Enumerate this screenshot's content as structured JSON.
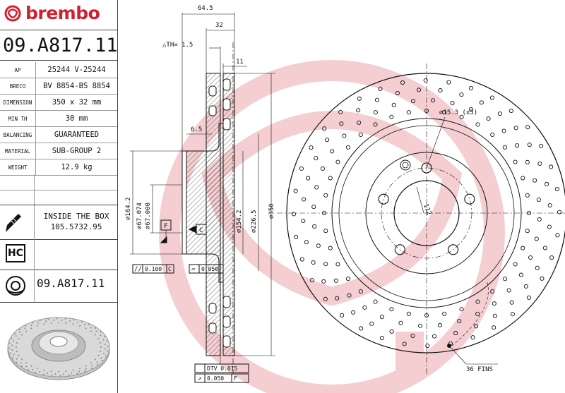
{
  "brand": {
    "name": "brembo",
    "color": "#d2202f"
  },
  "part_code": "09.A817.11",
  "specs": [
    {
      "key": "AP",
      "value": "25244 V-25244"
    },
    {
      "key": "BRECO",
      "value": "BV 8854-BS 8854"
    },
    {
      "key": "DIMENSION",
      "value": "350 x 32 mm"
    },
    {
      "key": "MIN TH",
      "value": "30 mm"
    },
    {
      "key": "BALANCING",
      "value": "GUARANTEED"
    },
    {
      "key": "MATERIAL",
      "value": "SUB-GROUP 2"
    },
    {
      "key": "WEIGHT",
      "value": "12.9 kg"
    }
  ],
  "inside_box": {
    "line1": "INSIDE THE BOX",
    "line2": "105.5732.95"
  },
  "hc_label": "HC",
  "part_code_small": "09.A817.11",
  "icons": {
    "brand_mark": "brembo-logo-icon",
    "screw": "screw-icon",
    "disc": "disc-icon"
  },
  "dimensions": {
    "overall_width": "64.5",
    "thickness": "32",
    "delta_th": "△TH= 1.5",
    "dim_11": "11",
    "dim_6_5": "6.5",
    "d_164_2": "∅164.2",
    "d_67_074": "∅67.074",
    "d_67_000": "∅67.000",
    "d_154_2": "∅154.2",
    "d_226_5": "∅226.5",
    "d_350": "∅350",
    "datum_f": "F",
    "datum_c": "C",
    "tol_parallel_value": "0.100",
    "tol_parallel_datum": "C",
    "tol_flat_value": "0.050",
    "dtv": "DTV 0.015",
    "runout_value": "0.050",
    "runout_datum": "F",
    "hole_note": "∅15.3 (x5)",
    "pcd": "112",
    "fins": "36 FINS"
  },
  "colors": {
    "watermark": "#f3c9cc",
    "line": "#111111",
    "accent": "#d2202f"
  }
}
